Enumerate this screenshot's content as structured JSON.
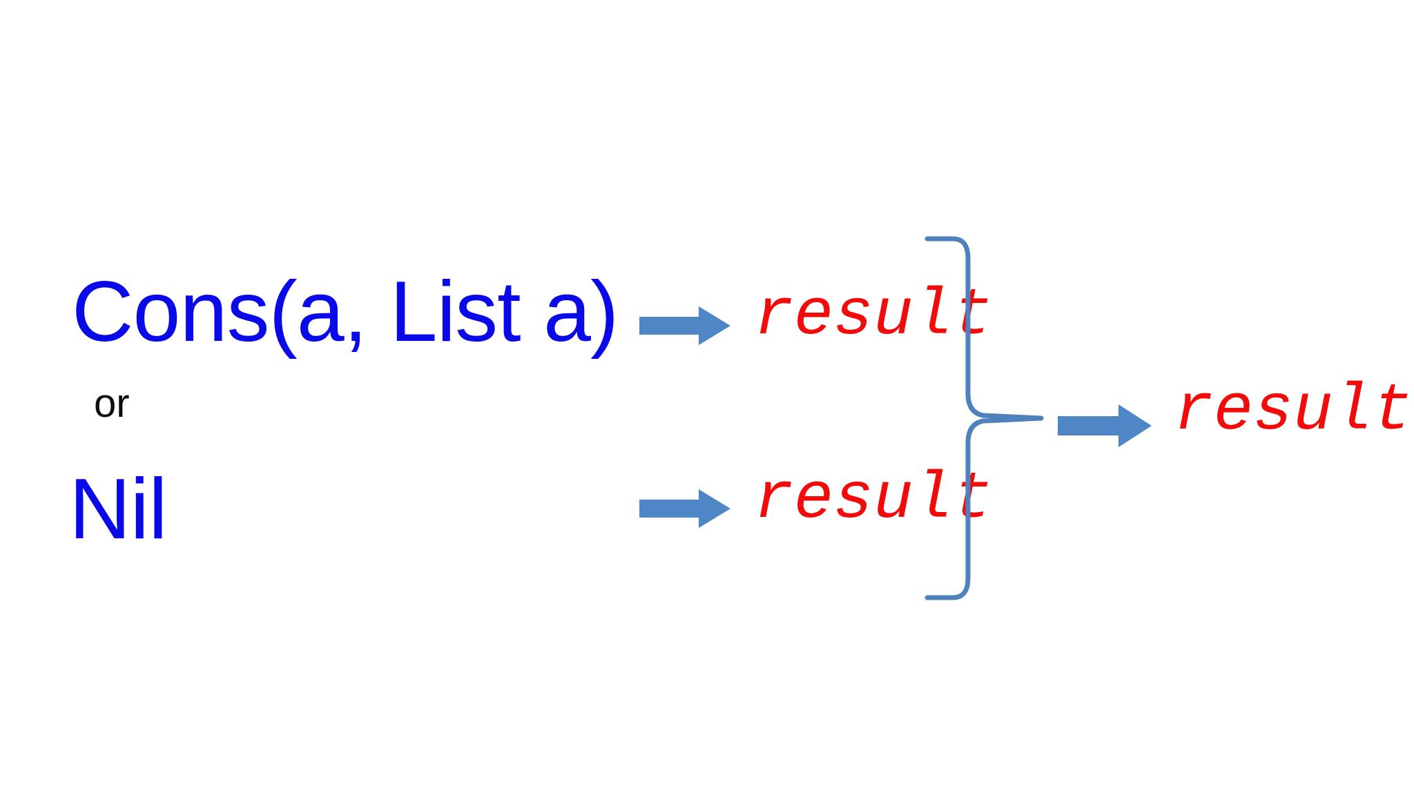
{
  "diagram": {
    "title": "List pattern match to result",
    "background_color": "#ffffff",
    "pattern": {
      "cons_label": "Cons(a, List a)",
      "or_label": "or",
      "nil_label": "Nil",
      "pattern_color": "#0A0AE8",
      "or_color": "#0d0d0d"
    },
    "branches": [
      {
        "name": "cons-branch",
        "arrow_name": "arrow-cons-to-result",
        "result_label": "result"
      },
      {
        "name": "nil-branch",
        "arrow_name": "arrow-nil-to-result",
        "result_label": "result"
      }
    ],
    "combined": {
      "brace_name": "right-curly-brace",
      "arrow_name": "arrow-combined-to-result",
      "result_label": "result"
    },
    "colors": {
      "result_red": "#F10B0B",
      "arrow_blue": "#4F86C6",
      "brace_blue": "#4F81BD",
      "pattern_blue": "#0A0AE8"
    }
  }
}
